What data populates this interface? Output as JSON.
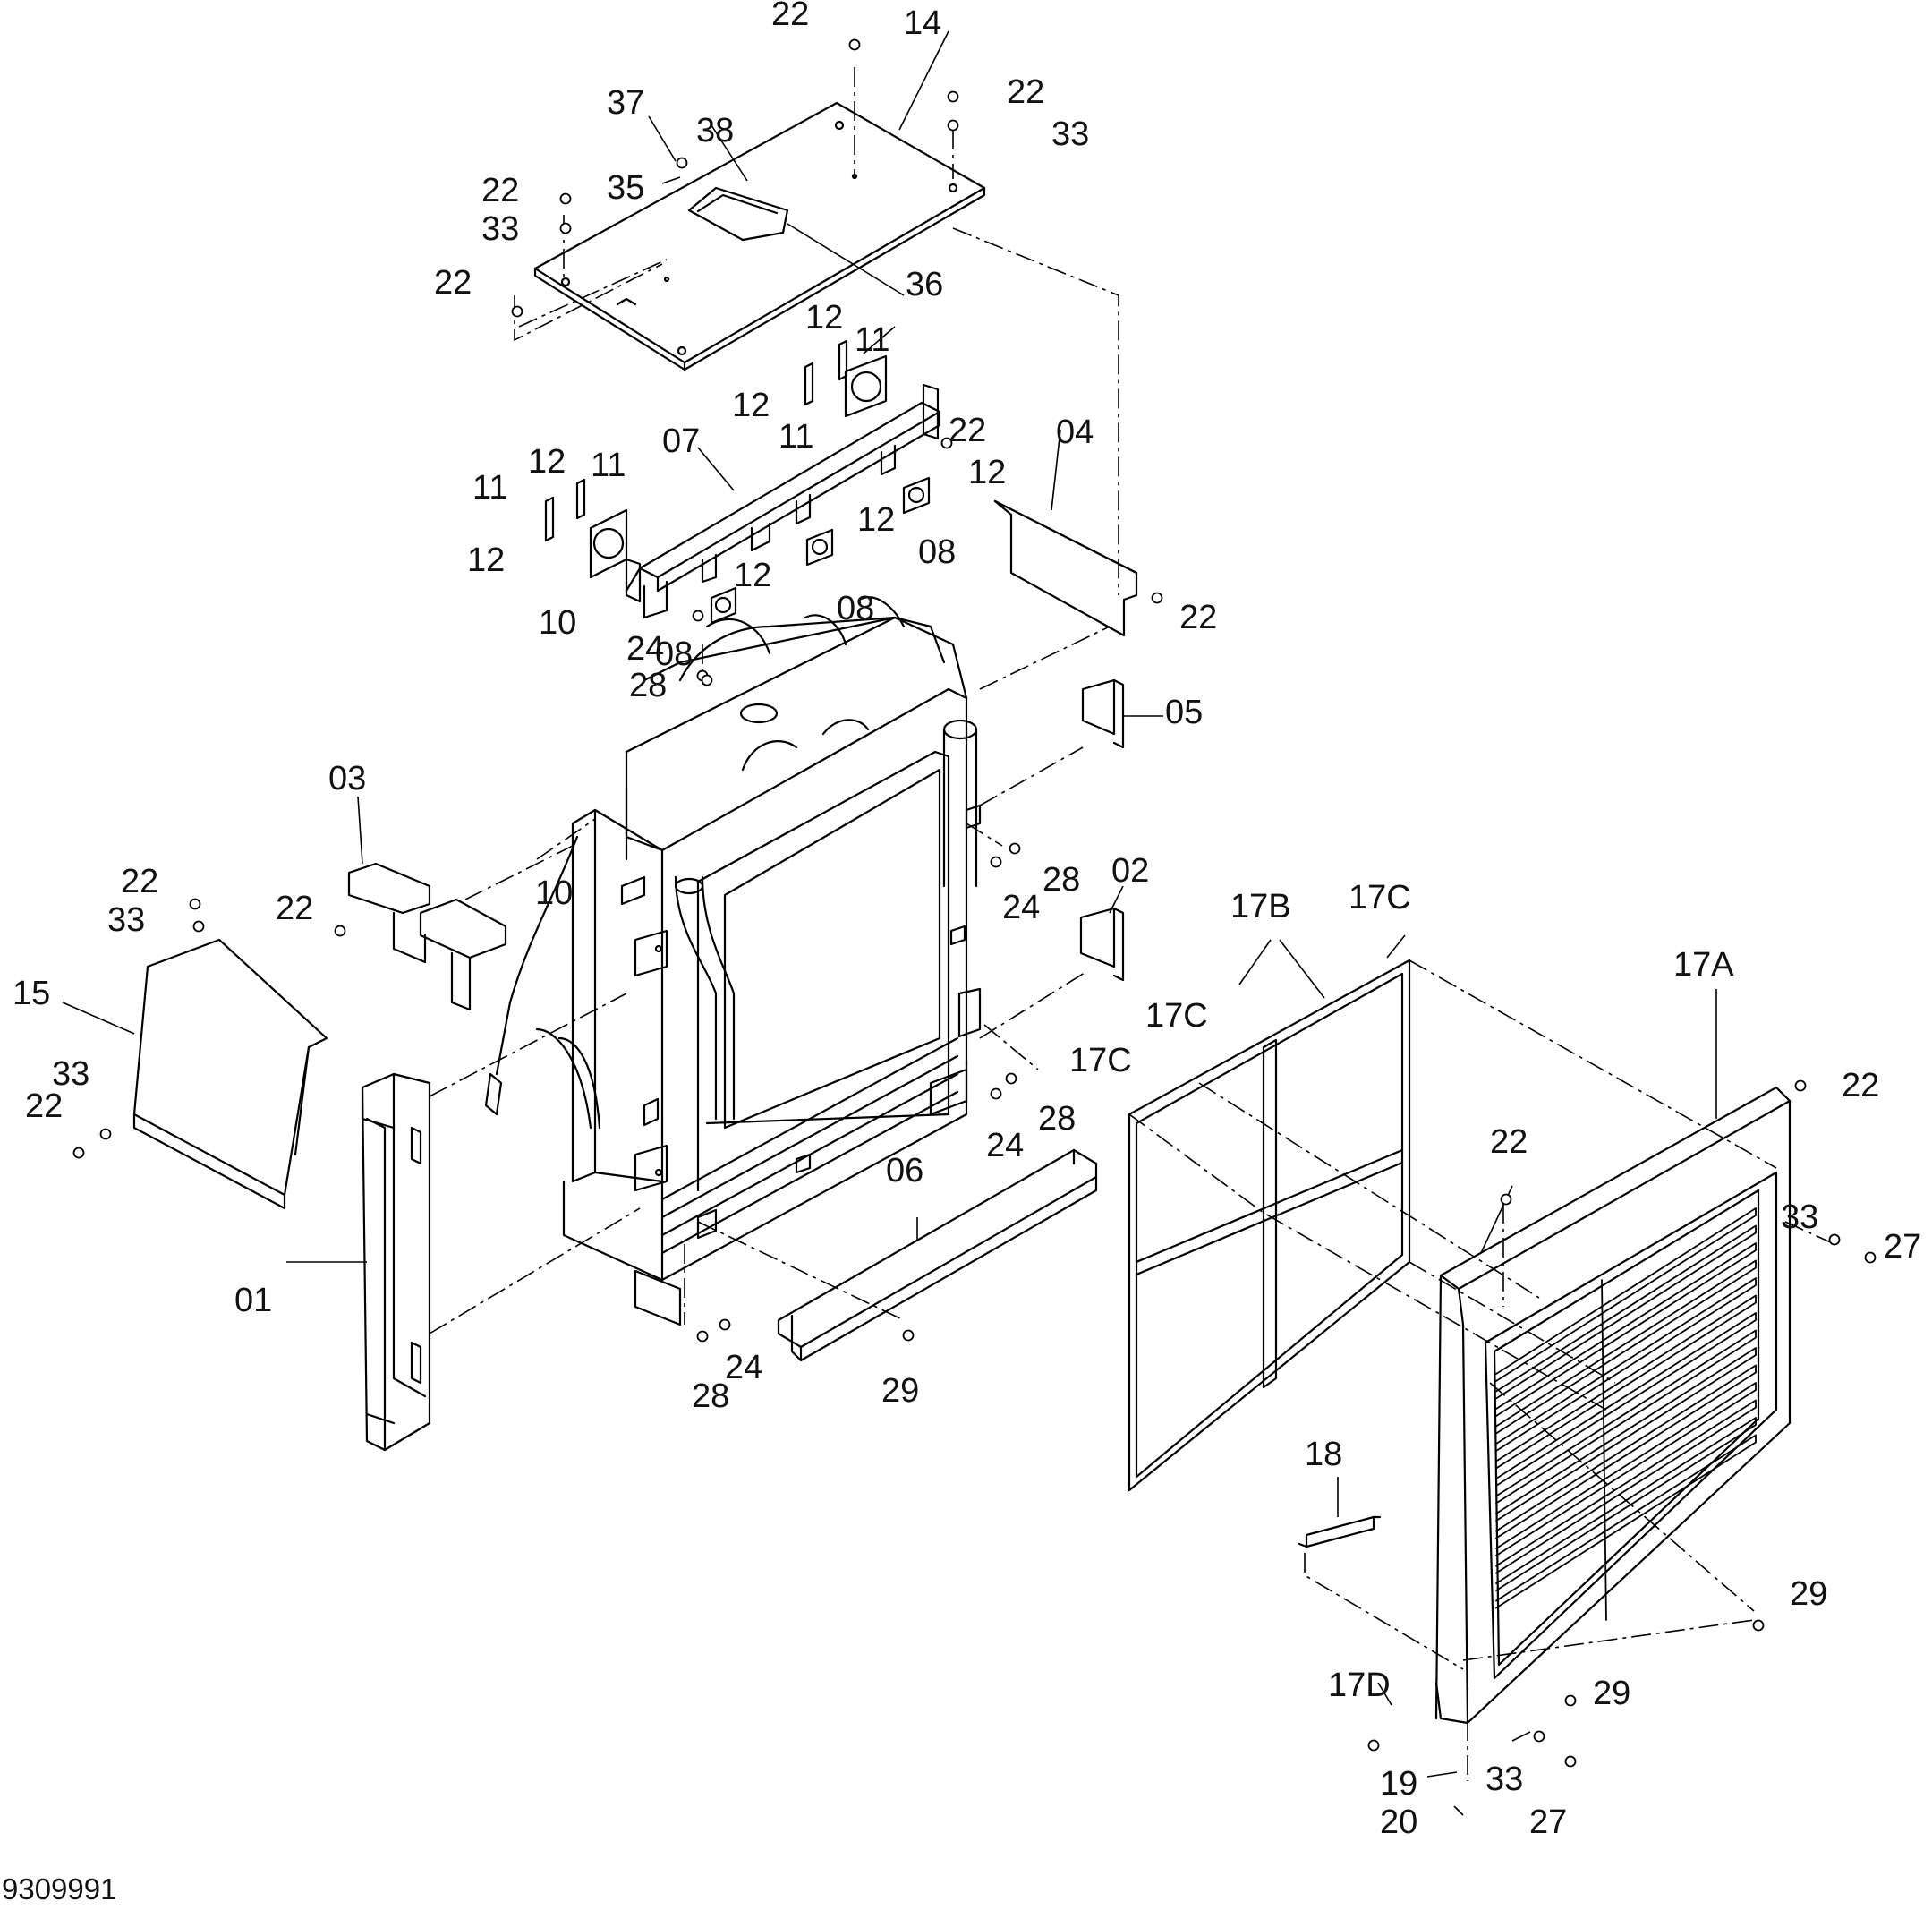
{
  "drawing_number": "9309991",
  "part_labels": [
    "01",
    "02",
    "03",
    "04",
    "05",
    "06",
    "07",
    "08",
    "08",
    "08",
    "10",
    "10",
    "11",
    "11",
    "11",
    "11",
    "12",
    "12",
    "12",
    "12",
    "12",
    "12",
    "12",
    "14",
    "15",
    "17A",
    "17B",
    "17C",
    "17C",
    "17C",
    "17D",
    "18",
    "19",
    "20",
    "22",
    "22",
    "22",
    "22",
    "22",
    "22",
    "22",
    "22",
    "22",
    "22",
    "22",
    "24",
    "24",
    "24",
    "24",
    "27",
    "27",
    "28",
    "28",
    "28",
    "28",
    "29",
    "29",
    "29",
    "33",
    "33",
    "33",
    "33",
    "33",
    "33",
    "35",
    "36",
    "37",
    "38"
  ]
}
